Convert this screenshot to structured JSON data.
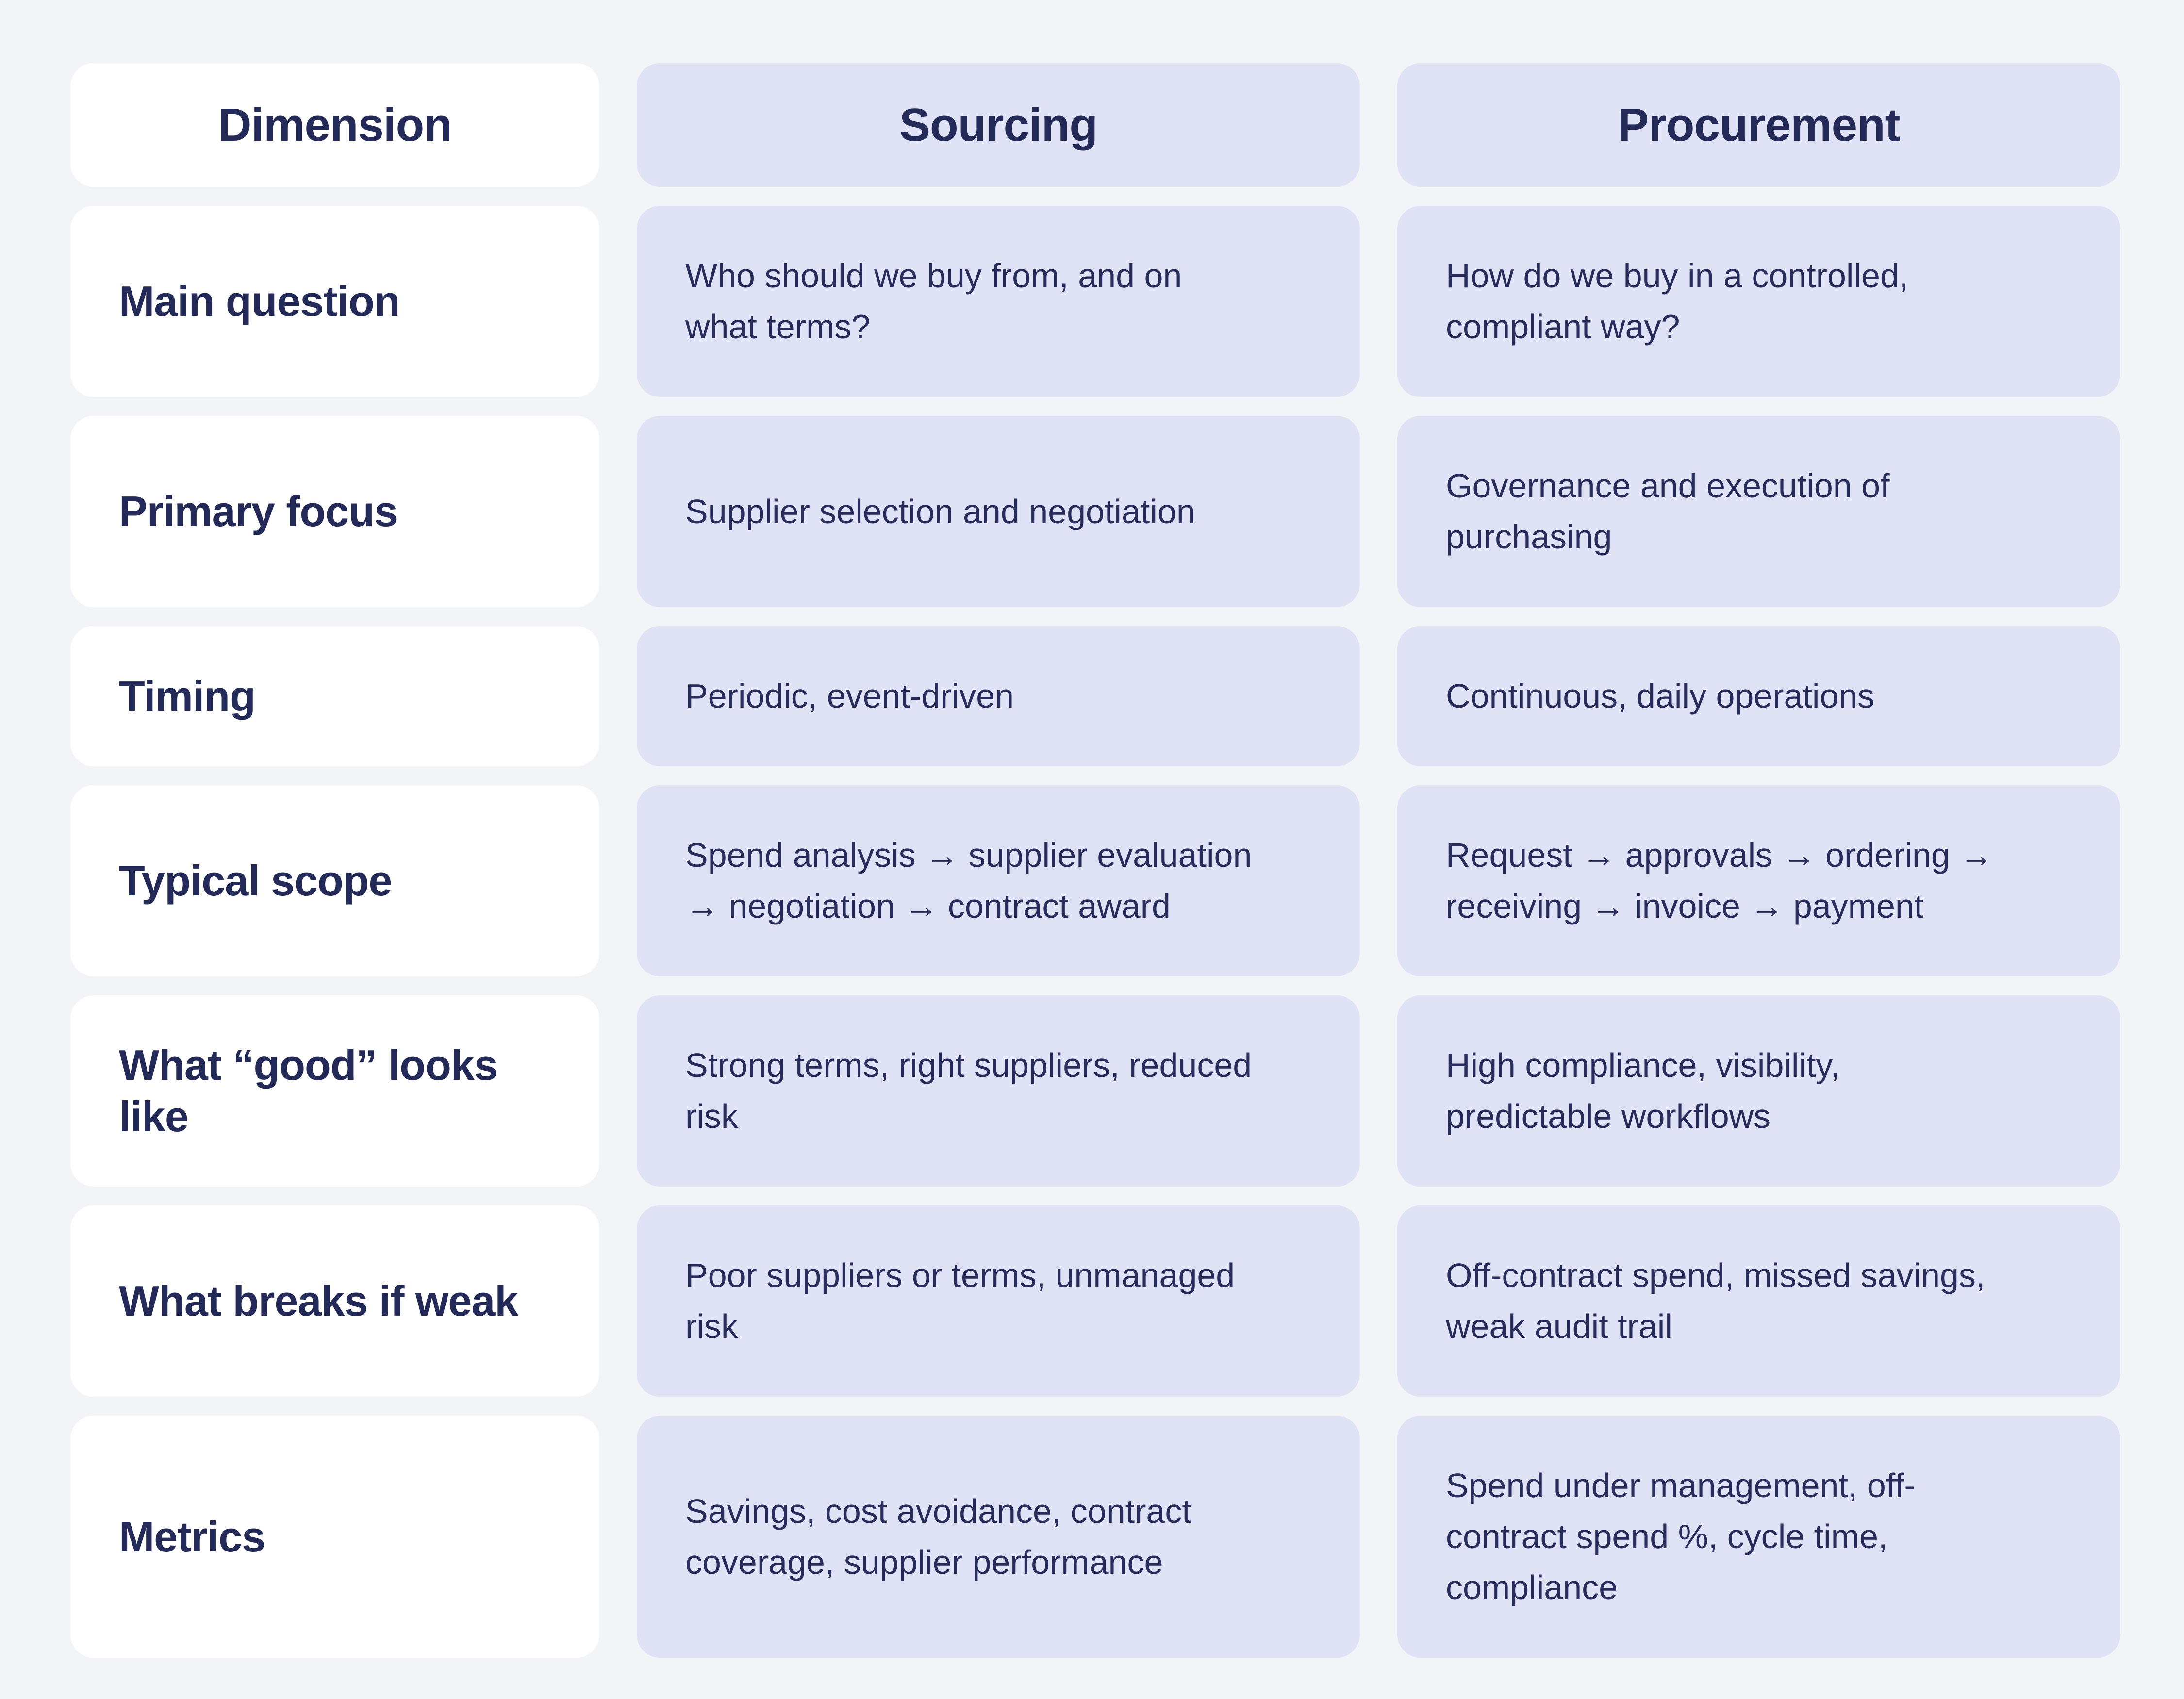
{
  "colors": {
    "page_bg": "#f3f4f8",
    "card_white": "#ffffff",
    "card_lavender": "#e0e2f5",
    "text": "#282c5a"
  },
  "table": {
    "headers": {
      "dimension": "Dimension",
      "sourcing": "Sourcing",
      "procurement": "Procurement"
    },
    "rows": [
      {
        "dimension": "Main question",
        "sourcing": "Who should we buy from, and on\nwhat terms?",
        "procurement": "How do we buy in a controlled,\ncompliant way?"
      },
      {
        "dimension": "Primary focus",
        "sourcing": "Supplier selection and negotiation",
        "procurement": "Governance and execution of\npurchasing"
      },
      {
        "dimension": "Timing",
        "sourcing": "Periodic, event-driven",
        "procurement": "Continuous, daily operations"
      },
      {
        "dimension": "Typical scope",
        "sourcing": "Spend analysis → supplier evaluation\n→ negotiation → contract award",
        "procurement": "Request → approvals → ordering →\nreceiving → invoice → payment"
      },
      {
        "dimension": "What “good” looks\nlike",
        "sourcing": "Strong terms, right suppliers, reduced\nrisk",
        "procurement": "High compliance, visibility,\npredictable workflows"
      },
      {
        "dimension": "What breaks if weak",
        "sourcing": "Poor suppliers or terms, unmanaged\nrisk",
        "procurement": "Off-contract spend, missed savings,\nweak audit trail"
      },
      {
        "dimension": "Metrics",
        "sourcing": "Savings, cost avoidance, contract\ncoverage, supplier performance",
        "procurement": "Spend under management, off-\ncontract spend %, cycle time,\ncompliance"
      }
    ]
  }
}
